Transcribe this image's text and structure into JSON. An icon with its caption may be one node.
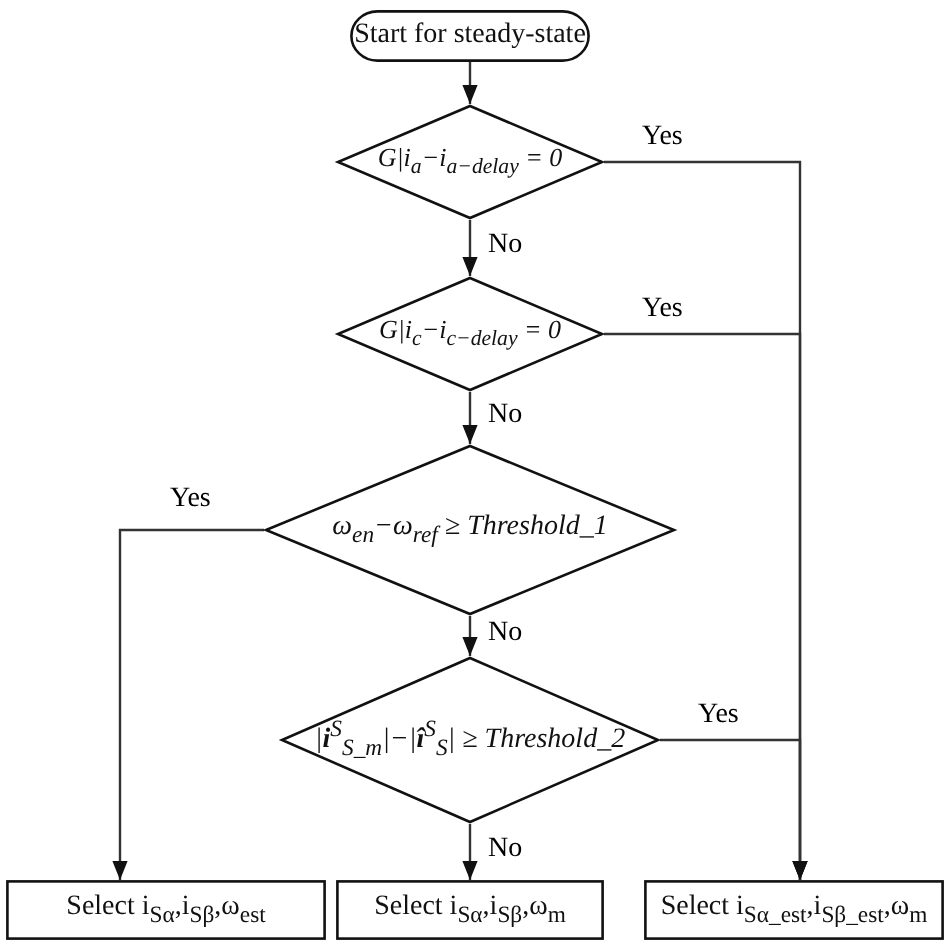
{
  "diagram": {
    "nodes": [
      {
        "text": [
          "Start for steady-state"
        ]
      },
      {
        "text": [
          "G|i$_{a}$−i$_{a−delay}$ = 0"
        ]
      },
      {
        "text": [
          "G|i$_{c}$−i$_{c−delay}$ = 0"
        ]
      },
      {
        "text": [
          "ω$_{en}$−ω$_{ref}$ ≥ Threshold_1"
        ]
      },
      {
        "text": [
          "|**i**$^{S}$$_{S_m}$|−|**î**$^{S}$$_{S}$| ≥ Threshold_2"
        ]
      },
      {
        "text": [
          "Select i$_{Sα}$,i$_{Sβ}$,ω$_{est}$"
        ]
      },
      {
        "text": [
          "Select i$_{Sα}$,i$_{Sβ}$,ω$_{m}$"
        ]
      },
      {
        "text": [
          "Select i$_{Sα_est}$,i$_{Sβ_est}$,ω$_{m}$"
        ]
      }
    ],
    "edges": [
      {
        "from": 0,
        "to": 1,
        "arrow": "to"
      },
      {
        "from": 1,
        "to": 7,
        "arrow": "to",
        "label": "Yes"
      },
      {
        "from": 1,
        "to": 2,
        "arrow": "to",
        "label": "No"
      },
      {
        "from": 2,
        "to": 7,
        "arrow": "to",
        "label": "Yes"
      },
      {
        "from": 2,
        "to": 3,
        "arrow": "to",
        "label": "No"
      },
      {
        "from": 3,
        "to": 5,
        "arrow": "to",
        "label": "Yes"
      },
      {
        "from": 3,
        "to": 4,
        "arrow": "to",
        "label": "No"
      },
      {
        "from": 4,
        "to": 7,
        "arrow": "to",
        "label": "Yes"
      },
      {
        "from": 4,
        "to": 6,
        "arrow": "to",
        "label": "No"
      }
    ]
  }
}
